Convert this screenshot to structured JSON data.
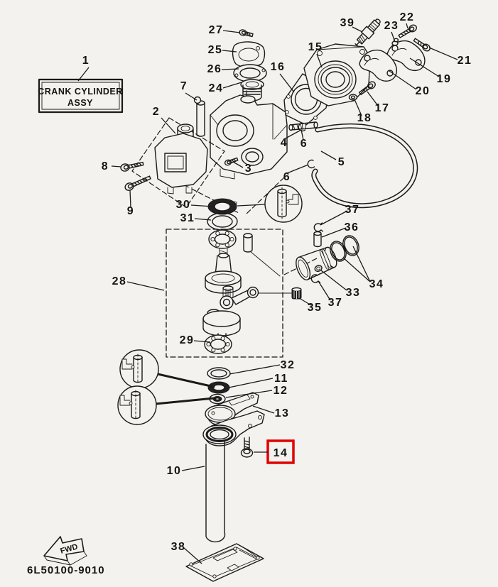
{
  "diagram": {
    "assembly_label_line1": "CRANK CYLINDER",
    "assembly_label_line2": "ASSY",
    "part_code": "6L50100-9010",
    "fwd_label": "FWD",
    "highlighted_part": "14",
    "colors": {
      "background": "#f3f2ee",
      "line": "#1a1a1a",
      "highlight": "#e10000"
    }
  },
  "callouts": {
    "n1": "1",
    "n2": "2",
    "n3": "3",
    "n4": "4",
    "n5": "5",
    "n6a": "6",
    "n6b": "6",
    "n7": "7",
    "n8": "8",
    "n9": "9",
    "n10": "10",
    "n11": "11",
    "n12": "12",
    "n13": "13",
    "n14": "14",
    "n15": "15",
    "n16": "16",
    "n17": "17",
    "n18": "18",
    "n19": "19",
    "n20": "20",
    "n21": "21",
    "n22": "22",
    "n23": "23",
    "n24": "24",
    "n25": "25",
    "n26": "26",
    "n27": "27",
    "n28": "28",
    "n29": "29",
    "n30": "30",
    "n31": "31",
    "n32": "32",
    "n33": "33",
    "n34": "34",
    "n35": "35",
    "n36": "36",
    "n37a": "37",
    "n37b": "37",
    "n38": "38",
    "n39": "39"
  }
}
